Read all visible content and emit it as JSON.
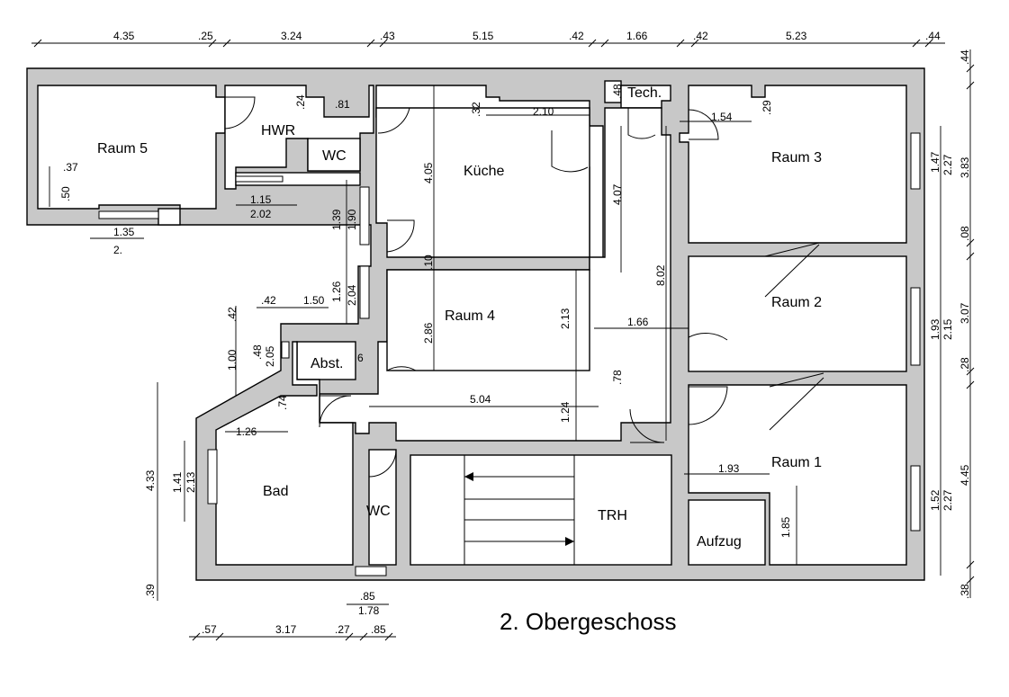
{
  "title": "2. Obergeschoss",
  "rooms": {
    "raum5": "Raum 5",
    "hwr": "HWR",
    "wc_top": "WC",
    "kueche": "Küche",
    "tech": "Tech.",
    "raum3": "Raum 3",
    "raum2": "Raum 2",
    "raum4": "Raum 4",
    "abst": "Abst.",
    "raum1": "Raum 1",
    "bad": "Bad",
    "wc_bottom": "WC",
    "trh": "TRH",
    "aufzug": "Aufzug"
  },
  "dims": {
    "top": [
      "4.35",
      ".25",
      "3.24",
      ".43",
      "5.15",
      ".42",
      "1.66",
      ".42",
      "5.23",
      ".44"
    ],
    "bottom_row1": [
      ".85",
      "1.78"
    ],
    "bottom_row2": [
      ".57",
      "3.17",
      ".27",
      ".85"
    ],
    "right_outer": [
      ".44",
      "3.83",
      ".08",
      "3.07",
      ".28",
      "4.45",
      ".38"
    ],
    "right_inner": [
      "1.47",
      "2.27",
      "1.93",
      "2.15",
      "1.52",
      "2.27"
    ],
    "left_outer": [
      "4.33",
      ".39"
    ],
    "interior": {
      "r5_37": ".37",
      "r5_50": ".50",
      "r5_135": "1.35",
      "r5_2": "2.",
      "hwr_24": ".24",
      "hwr_81": ".81",
      "hwr_115": "1.15",
      "hwr_202": "2.02",
      "k_32": ".32",
      "k_210": "2.10",
      "k_405": "4.05",
      "k_407": "4.07",
      "k_10": ".10",
      "t_48": ".48",
      "r3_154": "1.54",
      "r3_29": ".29",
      "c_139": "1.39",
      "c_190": "1.90",
      "c_126": "1.26",
      "c_204": "2.04",
      "c_42a": ".42",
      "c_150": "1.50",
      "c_42b": ".42",
      "c_100": "1.00",
      "c_48": ".48",
      "c_205": "2.05",
      "c_74": ".74",
      "c_6": "6",
      "r4_286": "2.86",
      "r4_213": "2.13",
      "r4_78": ".78",
      "r4_166": "1.66",
      "r4_802": "8.02",
      "r4_504": "5.04",
      "r4_124": "1.24",
      "bad_126": "1.26",
      "bad_141": "1.41",
      "bad_213": "2.13",
      "r1_193": "1.93",
      "r1_185": "1.85"
    }
  }
}
